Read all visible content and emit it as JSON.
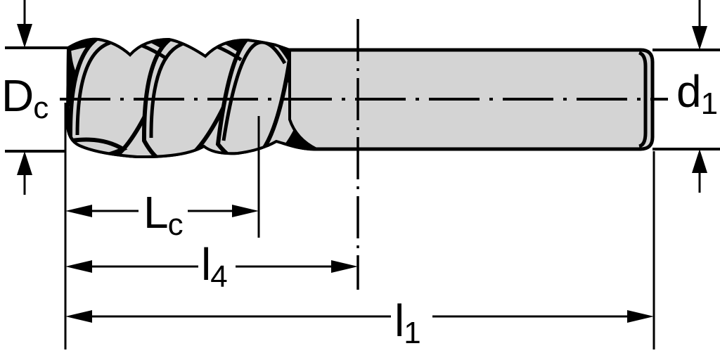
{
  "drawing": {
    "labels": {
      "cutting_diameter": {
        "main": "D",
        "sub": "c"
      },
      "shank_diameter": {
        "main": "d",
        "sub": "1"
      },
      "flute_length": {
        "main": "L",
        "sub": "c"
      },
      "length_l4": {
        "main": "l",
        "sub": "4"
      },
      "overall_length": {
        "main": "l",
        "sub": "1"
      }
    },
    "colors": {
      "line": "#000000",
      "fill": "#d4d4d4",
      "background": "#ffffff"
    }
  }
}
